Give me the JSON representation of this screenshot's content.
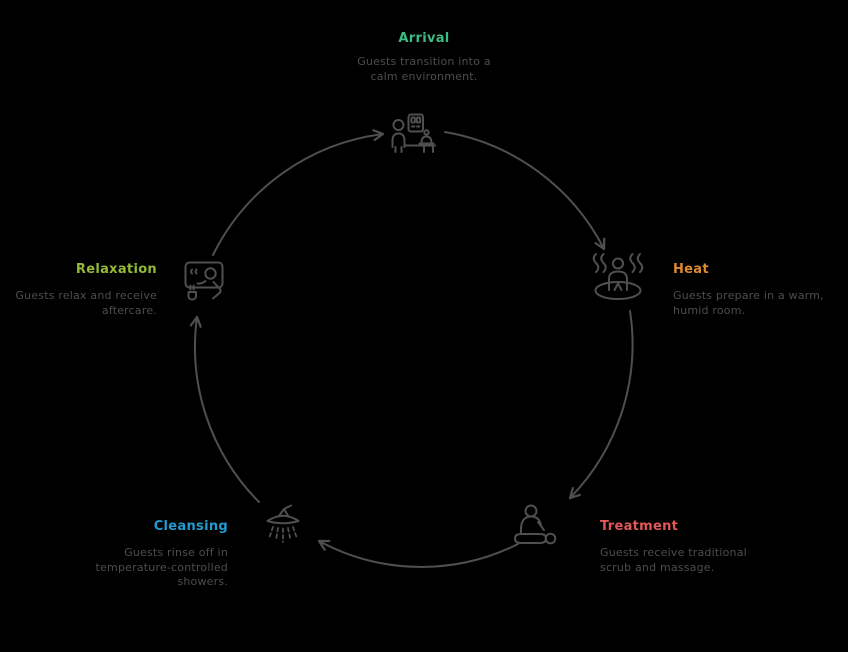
{
  "diagram": {
    "type": "cycle",
    "background_color": "#000000",
    "line_color": "#4f4f4f",
    "description_text_color": "#4d4d4d",
    "stages": [
      {
        "title": "Arrival",
        "color": "#3dbb84",
        "icon": "reception-check-in-icon",
        "desc_lines": [
          "Guests transition into a",
          "calm environment."
        ]
      },
      {
        "title": "Heat",
        "color": "#df8a2e",
        "icon": "steam-room-icon",
        "desc_lines": [
          "Guests prepare in a warm,",
          "humid room."
        ]
      },
      {
        "title": "Treatment",
        "color": "#e25757",
        "icon": "massage-icon",
        "desc_lines": [
          "Guests receive traditional",
          "scrub and massage."
        ]
      },
      {
        "title": "Cleansing",
        "color": "#219ad0",
        "icon": "shower-icon",
        "desc_lines": [
          "Guests rinse off in",
          "temperature-controlled",
          "showers."
        ]
      },
      {
        "title": "Relaxation",
        "color": "#92ba35",
        "icon": "lounge-aftercare-icon",
        "desc_lines": [
          "Guests relax and receive",
          "aftercare."
        ]
      }
    ],
    "connections": [
      {
        "from": "Arrival",
        "to": "Heat"
      },
      {
        "from": "Heat",
        "to": "Treatment"
      },
      {
        "from": "Treatment",
        "to": "Cleansing"
      },
      {
        "from": "Cleansing",
        "to": "Relaxation"
      },
      {
        "from": "Relaxation",
        "to": "Arrival"
      }
    ]
  }
}
